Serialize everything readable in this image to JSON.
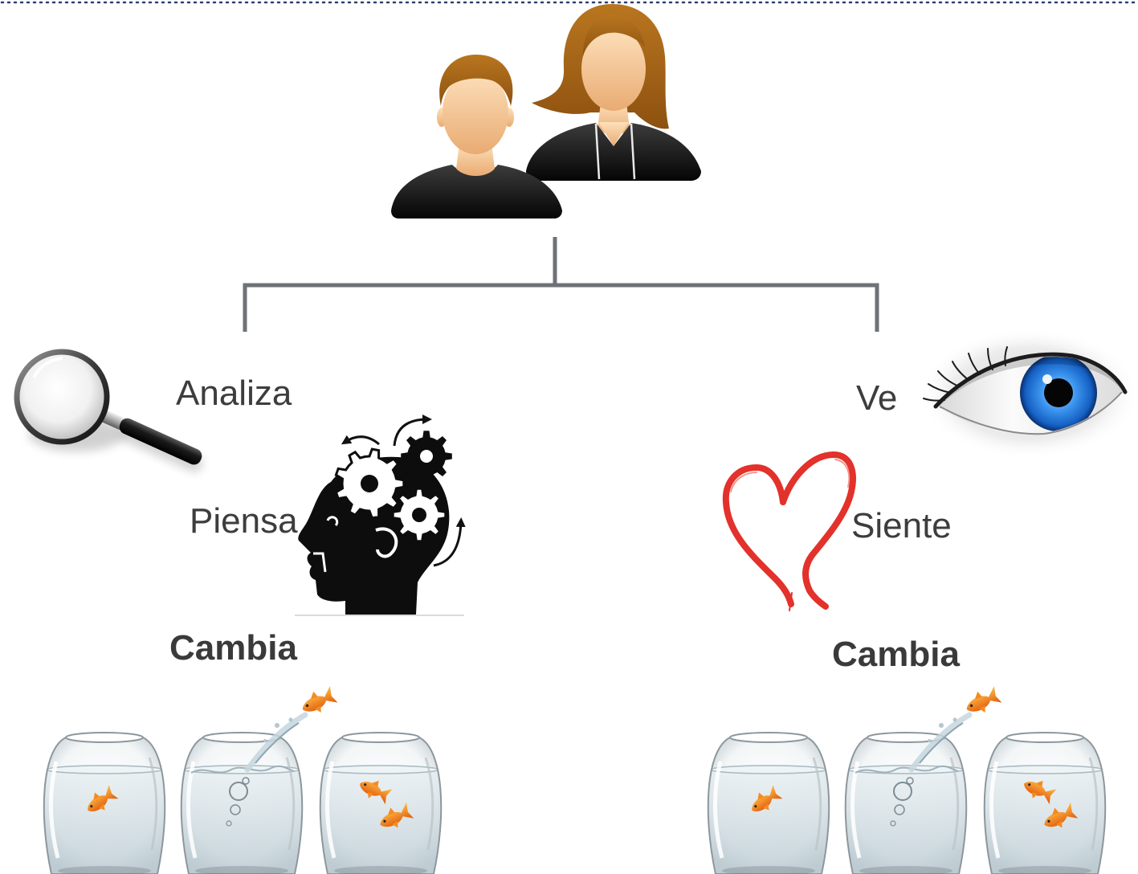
{
  "labels": {
    "analiza": "Analiza",
    "piensa": "Piensa",
    "ve": "Ve",
    "siente": "Siente"
  },
  "outcome": {
    "left": "Cambia",
    "right": "Cambia"
  },
  "icons": {
    "people": "people-icon",
    "magnifier": "magnifying-glass-icon",
    "thinking_head": "head-gears-icon",
    "eye": "eye-icon",
    "heart": "heart-icon",
    "fishbowls": "fishbowls-image"
  },
  "colors": {
    "text": "#3d3d3d",
    "connector": "#6e7277",
    "border_dots": "#2b4170",
    "heart": "#e3312b",
    "iris": "#1f74d8",
    "hair": "#a8621c",
    "skin": "#f6cb9c",
    "clothing": "#141414",
    "fish": "#f08a1c"
  }
}
